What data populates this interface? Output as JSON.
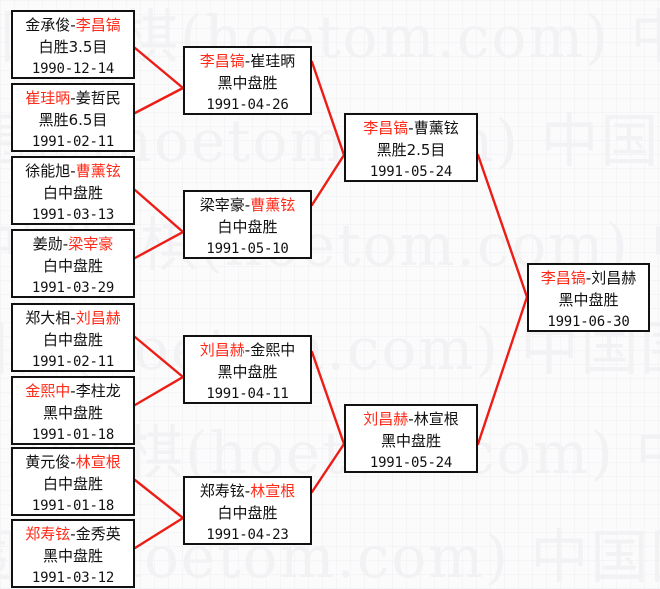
{
  "meta": {
    "watermark_text": "中国围棋(hoetom.com)",
    "winner_color": "#ff2a18",
    "loser_color": "#111111",
    "connector_color": "#ee1c16",
    "box_border_color": "#111111",
    "background_color": "#fbfbfb"
  },
  "bracket": {
    "rounds": [
      {
        "name": "round-1",
        "matches": [
          {
            "id": "r1m1",
            "left_player": "金承俊",
            "right_player": "李昌镐",
            "winner": "right",
            "result": "白胜3.5目",
            "date": "1990-12-14"
          },
          {
            "id": "r1m2",
            "left_player": "崔珪昞",
            "right_player": "姜哲民",
            "winner": "left",
            "result": "黑胜6.5目",
            "date": "1991-02-11"
          },
          {
            "id": "r1m3",
            "left_player": "徐能旭",
            "right_player": "曹薰铉",
            "winner": "right",
            "result": "白中盘胜",
            "date": "1991-03-13"
          },
          {
            "id": "r1m4",
            "left_player": "姜勋",
            "right_player": "梁宰豪",
            "winner": "right",
            "result": "白中盘胜",
            "date": "1991-03-29"
          },
          {
            "id": "r1m5",
            "left_player": "郑大相",
            "right_player": "刘昌赫",
            "winner": "right",
            "result": "白中盘胜",
            "date": "1991-02-11"
          },
          {
            "id": "r1m6",
            "left_player": "金熙中",
            "right_player": "李柱龙",
            "winner": "left",
            "result": "黑中盘胜",
            "date": "1991-01-18"
          },
          {
            "id": "r1m7",
            "left_player": "黄元俊",
            "right_player": "林宣根",
            "winner": "right",
            "result": "白中盘胜",
            "date": "1991-01-18"
          },
          {
            "id": "r1m8",
            "left_player": "郑寿铉",
            "right_player": "金秀英",
            "winner": "left",
            "result": "黑中盘胜",
            "date": "1991-03-12"
          }
        ]
      },
      {
        "name": "round-2",
        "matches": [
          {
            "id": "r2m1",
            "left_player": "李昌镐",
            "right_player": "崔珪昞",
            "winner": "left",
            "result": "黑中盘胜",
            "date": "1991-04-26"
          },
          {
            "id": "r2m2",
            "left_player": "梁宰豪",
            "right_player": "曹薰铉",
            "winner": "right",
            "result": "白中盘胜",
            "date": "1991-05-10"
          },
          {
            "id": "r2m3",
            "left_player": "刘昌赫",
            "right_player": "金熙中",
            "winner": "left",
            "result": "黑中盘胜",
            "date": "1991-04-11"
          },
          {
            "id": "r2m4",
            "left_player": "郑寿铉",
            "right_player": "林宣根",
            "winner": "right",
            "result": "白中盘胜",
            "date": "1991-04-23"
          }
        ]
      },
      {
        "name": "semifinal",
        "matches": [
          {
            "id": "r3m1",
            "left_player": "李昌镐",
            "right_player": "曹薰铉",
            "winner": "left",
            "result": "黑胜2.5目",
            "date": "1991-05-24"
          },
          {
            "id": "r3m2",
            "left_player": "刘昌赫",
            "right_player": "林宣根",
            "winner": "left",
            "result": "黑中盘胜",
            "date": "1991-05-24"
          }
        ]
      },
      {
        "name": "final",
        "matches": [
          {
            "id": "r4m1",
            "left_player": "李昌镐",
            "right_player": "刘昌赫",
            "winner": "left",
            "result": "黑中盘胜",
            "date": "1991-06-30"
          }
        ]
      }
    ]
  }
}
